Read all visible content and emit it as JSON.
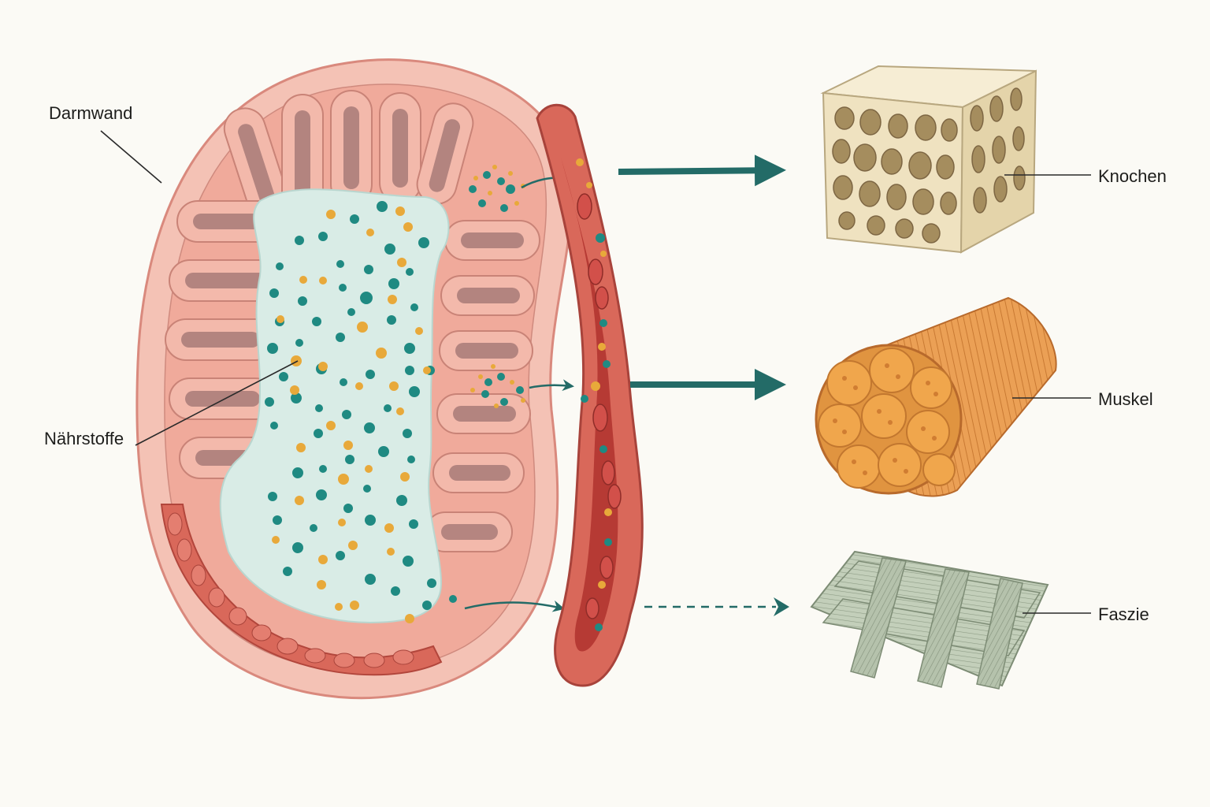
{
  "labels": {
    "gut_wall": "Darmwand",
    "nutrients": "Nährstoffe",
    "bone": "Knochen",
    "muscle": "Muskel",
    "fascia": "Faszie"
  },
  "colors": {
    "background": "#fbfaf5",
    "gut_outer": "#f4c2b5",
    "gut_mucosa": "#f0a89a",
    "villus_core": "#a97b78",
    "lumen": "#d9ece6",
    "nutrient_teal": "#1f8a82",
    "nutrient_gold": "#e8a93a",
    "vessel": "#d9685a",
    "vessel_inner": "#b63a34",
    "arrow": "#236b67",
    "bone": "#f1e6c6",
    "muscle": "#eba055",
    "fascia": "#b9c6b0"
  },
  "arrows": [
    {
      "target": "bone",
      "style": "solid"
    },
    {
      "target": "muscle",
      "style": "solid"
    },
    {
      "target": "fascia",
      "style": "dashed"
    }
  ]
}
